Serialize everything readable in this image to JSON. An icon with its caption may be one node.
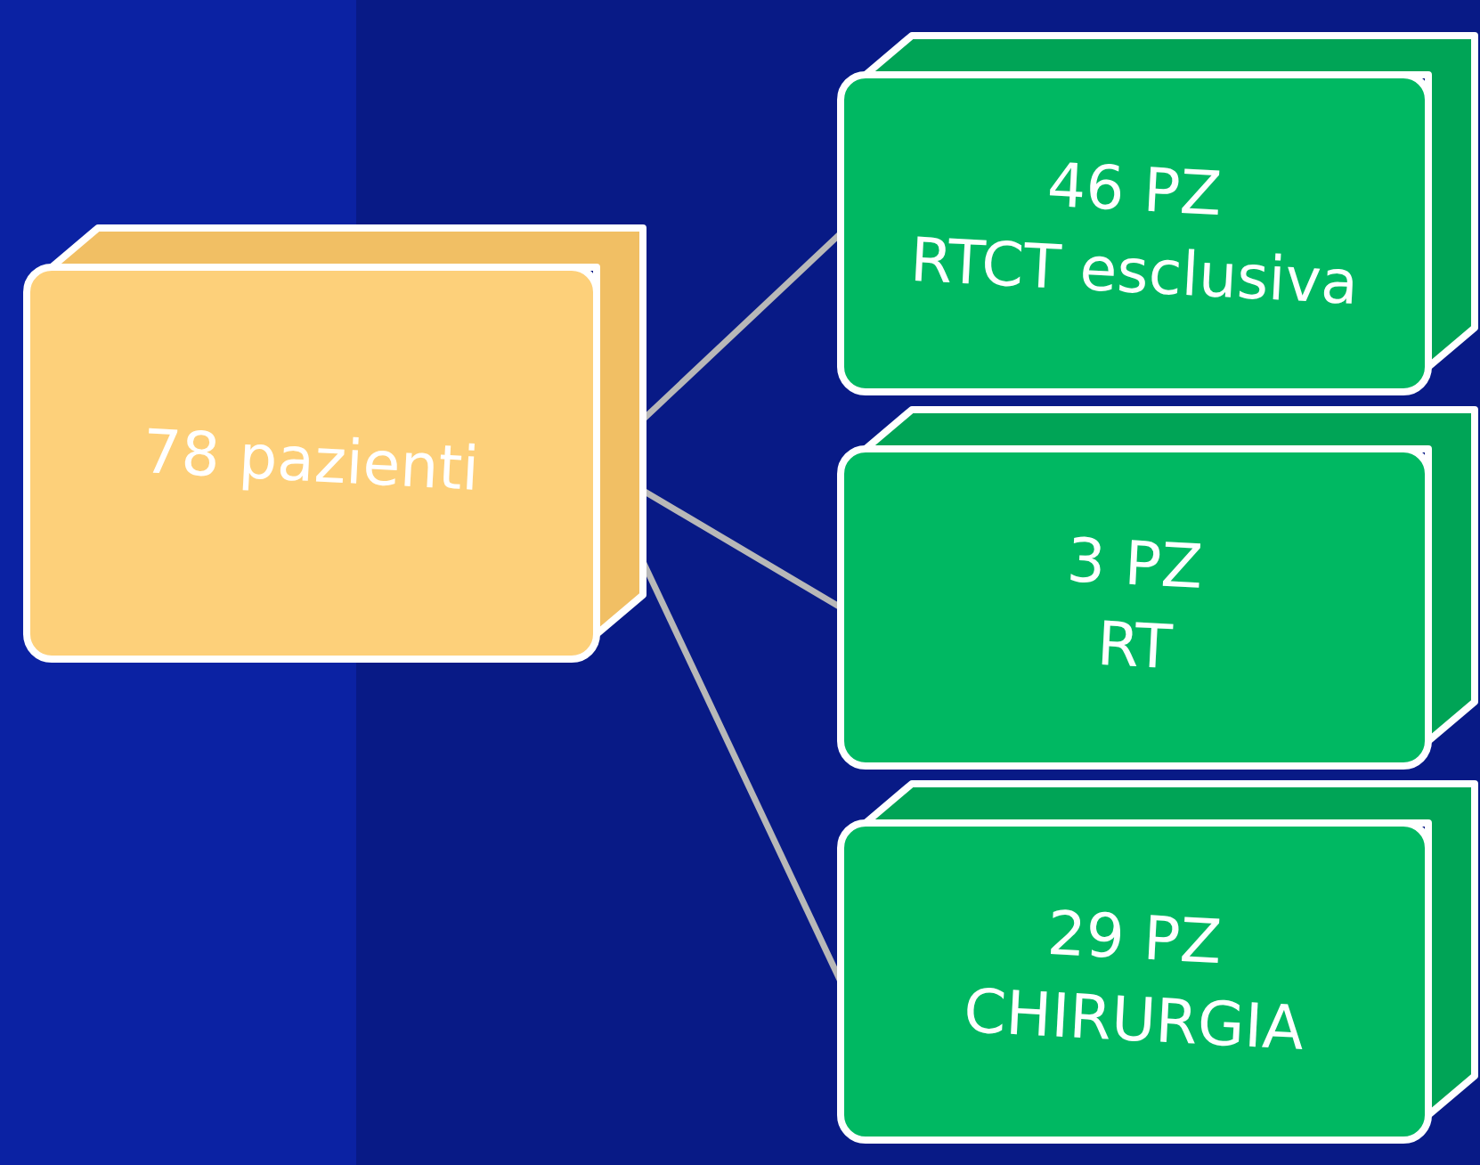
{
  "diagram": {
    "nodes": [
      {
        "text": [
          "78 pazienti"
        ]
      },
      {
        "text": [
          "46 PZ",
          "RTCT esclusiva"
        ]
      },
      {
        "text": [
          "3 PZ",
          "RT"
        ]
      },
      {
        "text": [
          "29 PZ",
          "CHIRURGIA"
        ]
      }
    ],
    "edges": [
      {
        "from": 0,
        "to": 1,
        "arrow": "none"
      },
      {
        "from": 0,
        "to": 2,
        "arrow": "none"
      },
      {
        "from": 0,
        "to": 3,
        "arrow": "none"
      }
    ]
  }
}
